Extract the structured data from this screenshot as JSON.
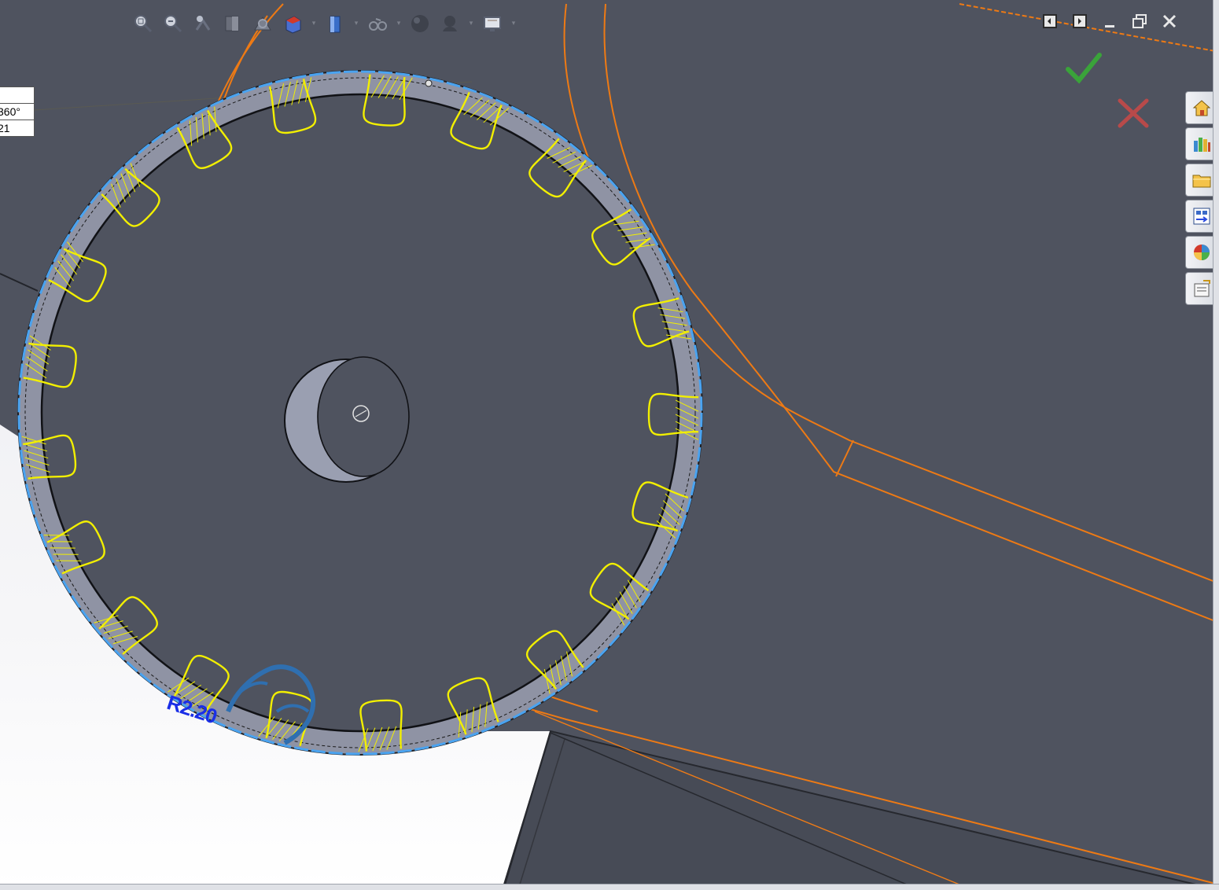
{
  "dimension_box": {
    "row1": "",
    "angle": "360°",
    "count": "21"
  },
  "radius_dimension": "R2.20",
  "hud_toolbar": {
    "buttons": [
      "zoom-to-fit-icon",
      "zoom-to-area-icon",
      "previous-view-icon",
      "section-view-icon",
      "view-orientation-icon",
      "display-style-icon",
      "hide-show-items-icon",
      "edit-appearance-icon",
      "apply-scene-icon",
      "view-settings-icon"
    ]
  },
  "window_controls": [
    "tile-left-icon",
    "tile-right-icon",
    "minimize-icon",
    "restore-icon",
    "close-icon"
  ],
  "task_pane": [
    "home-icon",
    "design-library-icon",
    "file-explorer-icon",
    "view-palette-icon",
    "appearances-icon",
    "custom-properties-icon"
  ],
  "colors": {
    "model_face": "#4f535f",
    "model_face_light": "#9a9fb1",
    "sketch_yellow": "#f2ef00",
    "hidden_orange": "#ee7a14",
    "selection_blue": "#4aa3f0",
    "dimension_blue": "#1a2ee6",
    "confirm_green": "#3aa33a",
    "cancel_red": "#c84040"
  }
}
